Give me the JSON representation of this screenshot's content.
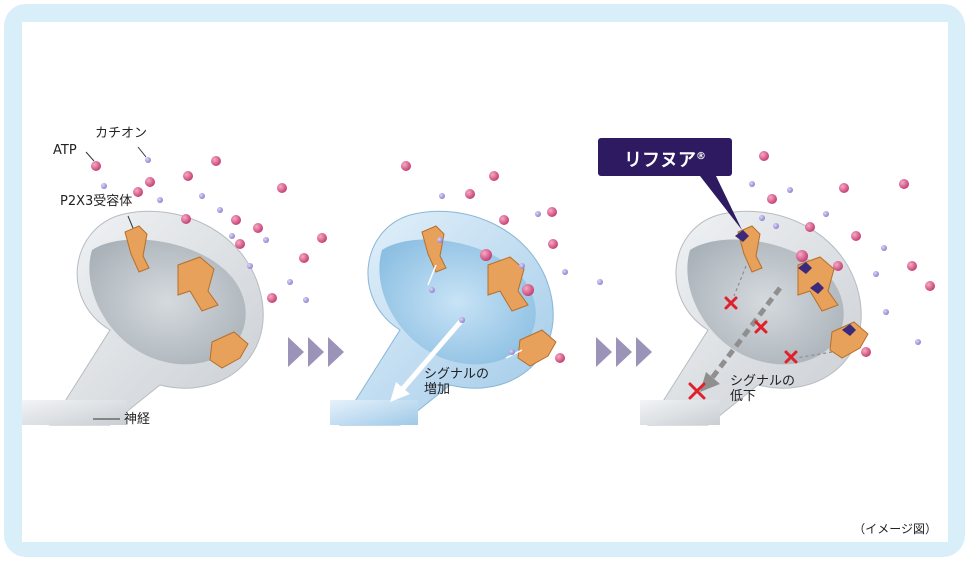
{
  "labels": {
    "atp": "ATP",
    "cation": "カチオン",
    "receptor": "P2X3受容体",
    "nerve": "神経",
    "signal_increase": "シグナルの\n増加",
    "signal_decrease": "シグナルの\n低下"
  },
  "callout": {
    "text": "リフヌア",
    "mark": "®"
  },
  "caption": "（イメージ図）",
  "colors": {
    "frame": "#d8eef8",
    "atp_ball": "#d2497a",
    "cation_ball": "#9b8fd6",
    "receptor": "#e8a15a",
    "antagonist": "#3b2a7a",
    "block_x": "#e0202a",
    "arrow": "#9c93b8"
  }
}
